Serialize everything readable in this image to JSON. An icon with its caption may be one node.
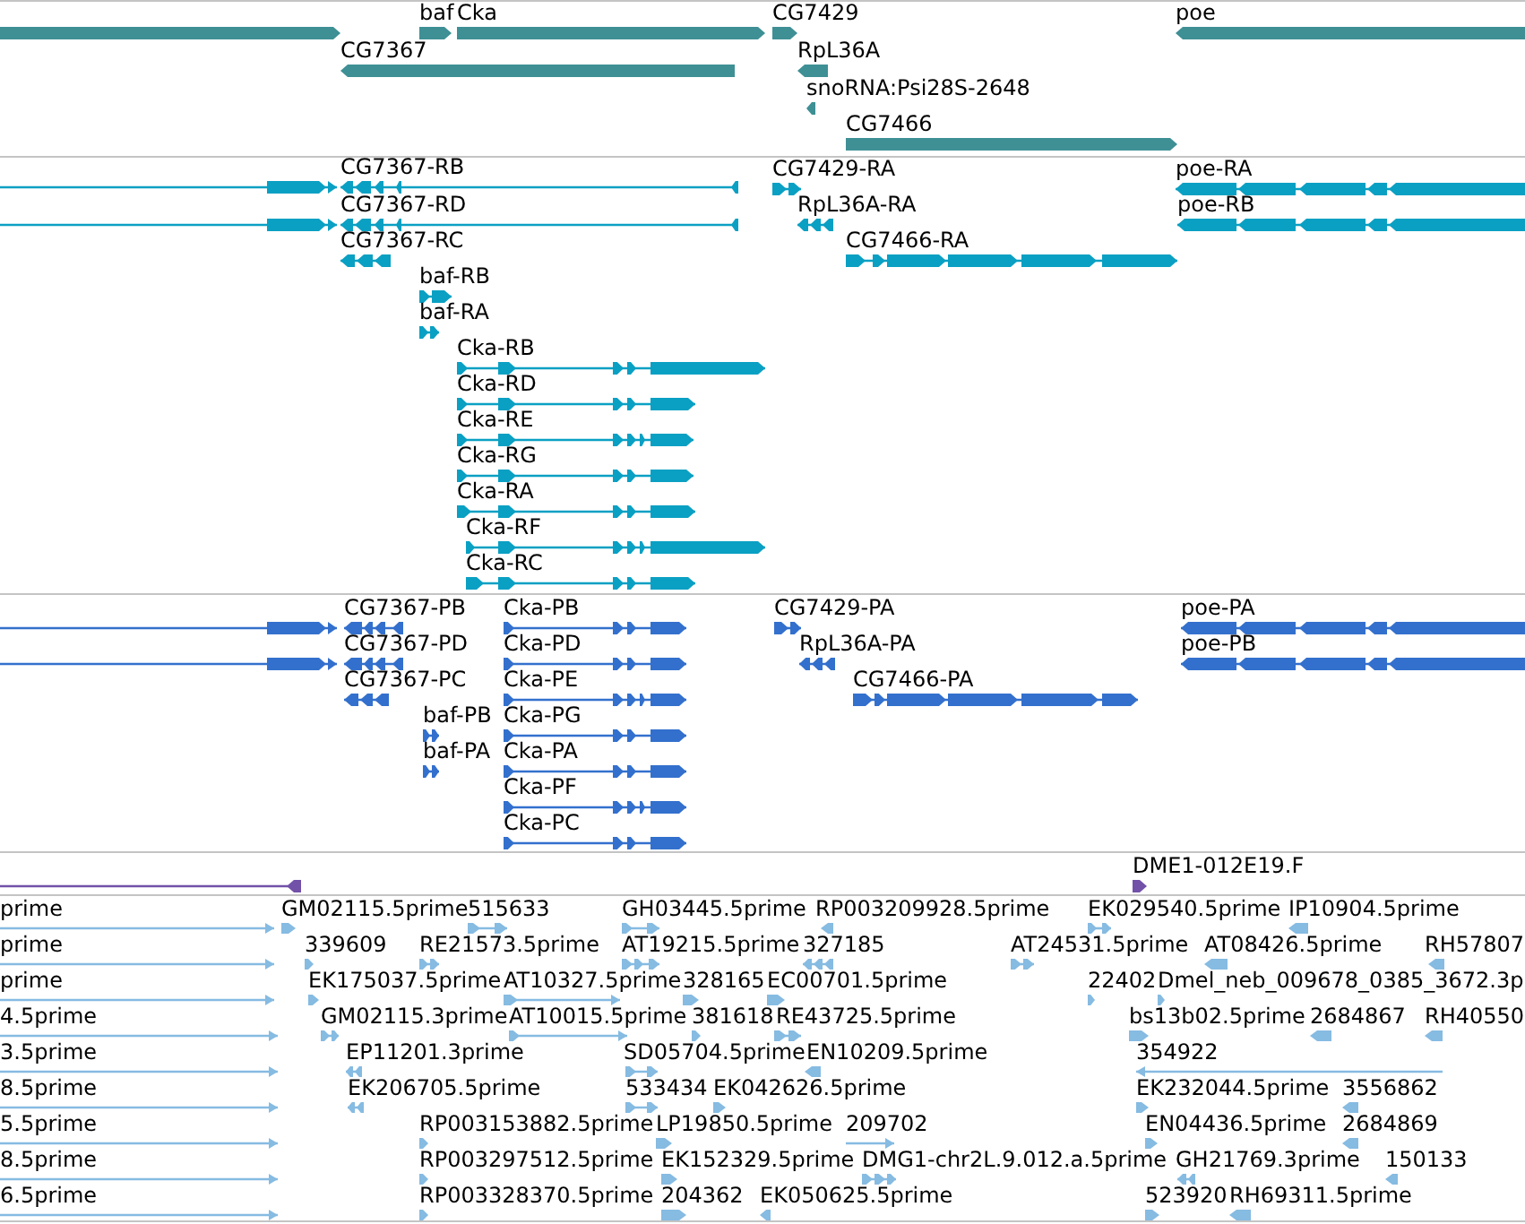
{
  "diagram": {
    "nodes": [
      {
        "text": [],
        "shape": "bar"
      },
      {
        "text": [
          "baf"
        ]
      },
      {
        "text": [
          "Cka"
        ]
      },
      {
        "text": [
          "CG7429"
        ]
      },
      {
        "text": [
          "poe"
        ]
      },
      {
        "text": [
          "CG7367"
        ]
      },
      {
        "text": [
          "RpL36A"
        ]
      },
      {
        "text": [
          "snoRNA:Psi28S-2648"
        ]
      },
      {
        "text": [
          "CG7466"
        ]
      },
      {
        "text": [],
        "shape": "bar"
      },
      {
        "text": [
          "CG7367-RB"
        ]
      },
      {
        "text": [
          "CG7429-RA"
        ]
      },
      {
        "text": [
          "poe-RA"
        ]
      },
      {
        "text": [],
        "shape": "bar"
      },
      {
        "text": [
          "CG7367-RD"
        ]
      },
      {
        "text": [
          "RpL36A-RA"
        ]
      },
      {
        "text": [
          "poe-RB"
        ]
      },
      {
        "text": [
          "CG7367-RC"
        ]
      },
      {
        "text": [
          "CG7466-RA"
        ]
      },
      {
        "text": [
          "baf-RB"
        ]
      },
      {
        "text": [
          "baf-RA"
        ]
      },
      {
        "text": [
          "Cka-RB"
        ]
      },
      {
        "text": [
          "Cka-RD"
        ]
      },
      {
        "text": [
          "Cka-RE"
        ]
      },
      {
        "text": [
          "Cka-RG"
        ]
      },
      {
        "text": [
          "Cka-RA"
        ]
      },
      {
        "text": [
          "Cka-RF"
        ]
      },
      {
        "text": [
          "Cka-RC"
        ]
      },
      {
        "text": [],
        "shape": "bar"
      },
      {
        "text": [
          "CG7367-PB"
        ]
      },
      {
        "text": [
          "Cka-PB"
        ]
      },
      {
        "text": [
          "CG7429-PA"
        ]
      },
      {
        "text": [
          "poe-PA"
        ]
      },
      {
        "text": [],
        "shape": "bar"
      },
      {
        "text": [
          "CG7367-PD"
        ]
      },
      {
        "text": [
          "Cka-PD"
        ]
      },
      {
        "text": [
          "RpL36A-PA"
        ]
      },
      {
        "text": [
          "poe-PB"
        ]
      },
      {
        "text": [
          "CG7367-PC"
        ]
      },
      {
        "text": [
          "Cka-PE"
        ]
      },
      {
        "text": [
          "CG7466-PA"
        ]
      },
      {
        "text": [
          "baf-PB"
        ]
      },
      {
        "text": [
          "Cka-PG"
        ]
      },
      {
        "text": [
          "baf-PA"
        ]
      },
      {
        "text": [
          "Cka-PA"
        ]
      },
      {
        "text": [
          "Cka-PF"
        ]
      },
      {
        "text": [
          "Cka-PC"
        ]
      },
      {
        "text": [],
        "shape": "bar"
      },
      {
        "text": [
          "DME1-012E19.F"
        ]
      },
      {
        "text": [
          "prime"
        ]
      },
      {
        "text": [
          "GM02115.5prime"
        ]
      },
      {
        "text": [
          "515633"
        ]
      },
      {
        "text": [
          "GH03445.5prime"
        ]
      },
      {
        "text": [
          "RP003209928.5prime"
        ]
      },
      {
        "text": [
          "EK029540.5prime"
        ]
      },
      {
        "text": [
          "IP10904.5prime"
        ]
      },
      {
        "text": [
          "prime"
        ]
      },
      {
        "text": [
          "339609"
        ]
      },
      {
        "text": [
          "RE21573.5prime"
        ]
      },
      {
        "text": [
          "AT19215.5prime"
        ]
      },
      {
        "text": [
          "327185"
        ]
      },
      {
        "text": [
          "AT24531.5prime"
        ]
      },
      {
        "text": [
          "AT08426.5prime"
        ]
      },
      {
        "text": [
          "RH57807"
        ]
      },
      {
        "text": [
          "prime"
        ]
      },
      {
        "text": [
          "EK175037.5prime"
        ]
      },
      {
        "text": [
          "AT10327.5prime"
        ]
      },
      {
        "text": [
          "328165"
        ]
      },
      {
        "text": [
          "EC00701.5prime"
        ]
      },
      {
        "text": [
          "22402"
        ]
      },
      {
        "text": [
          "Dmel_neb_009678_0385_3672.3p"
        ]
      },
      {
        "text": [
          "4.5prime"
        ]
      },
      {
        "text": [
          "GM02115.3prime"
        ]
      },
      {
        "text": [
          "AT10015.5prime"
        ]
      },
      {
        "text": [
          "381618"
        ]
      },
      {
        "text": [
          "RE43725.5prime"
        ]
      },
      {
        "text": [
          "bs13b02.5prime"
        ]
      },
      {
        "text": [
          "2684867"
        ]
      },
      {
        "text": [
          "RH40550"
        ]
      },
      {
        "text": [
          "3.5prime"
        ]
      },
      {
        "text": [
          "EP11201.3prime"
        ]
      },
      {
        "text": [
          "SD05704.5prime"
        ]
      },
      {
        "text": [
          "EN10209.5prime"
        ]
      },
      {
        "text": [
          "354922"
        ]
      },
      {
        "text": [
          "8.5prime"
        ]
      },
      {
        "text": [
          "EK206705.5prime"
        ]
      },
      {
        "text": [
          "533434"
        ]
      },
      {
        "text": [
          "EK042626.5prime"
        ]
      },
      {
        "text": [
          "EK232044.5prime"
        ]
      },
      {
        "text": [
          "3556862"
        ]
      },
      {
        "text": [
          "5.5prime"
        ]
      },
      {
        "text": [
          "RP003153882.5prime"
        ]
      },
      {
        "text": [
          "LP19850.5prime"
        ]
      },
      {
        "text": [
          "209702"
        ]
      },
      {
        "text": [
          "EN04436.5prime"
        ]
      },
      {
        "text": [
          "2684869"
        ]
      },
      {
        "text": [
          "8.5prime"
        ]
      },
      {
        "text": [
          "RP003297512.5prime"
        ]
      },
      {
        "text": [
          "EK152329.5prime"
        ]
      },
      {
        "text": [
          "DMG1-chr2L.9.012.a.5prime"
        ]
      },
      {
        "text": [
          "GH21769.3prime"
        ]
      },
      {
        "text": [
          "150133"
        ]
      },
      {
        "text": [
          "6.5prime"
        ]
      },
      {
        "text": [
          "RP003328370.5prime"
        ]
      },
      {
        "text": [
          "204362"
        ]
      },
      {
        "text": [
          "EK050625.5prime"
        ]
      },
      {
        "text": [
          "523920"
        ]
      },
      {
        "text": [
          "RH69311.5prime"
        ]
      }
    ]
  }
}
